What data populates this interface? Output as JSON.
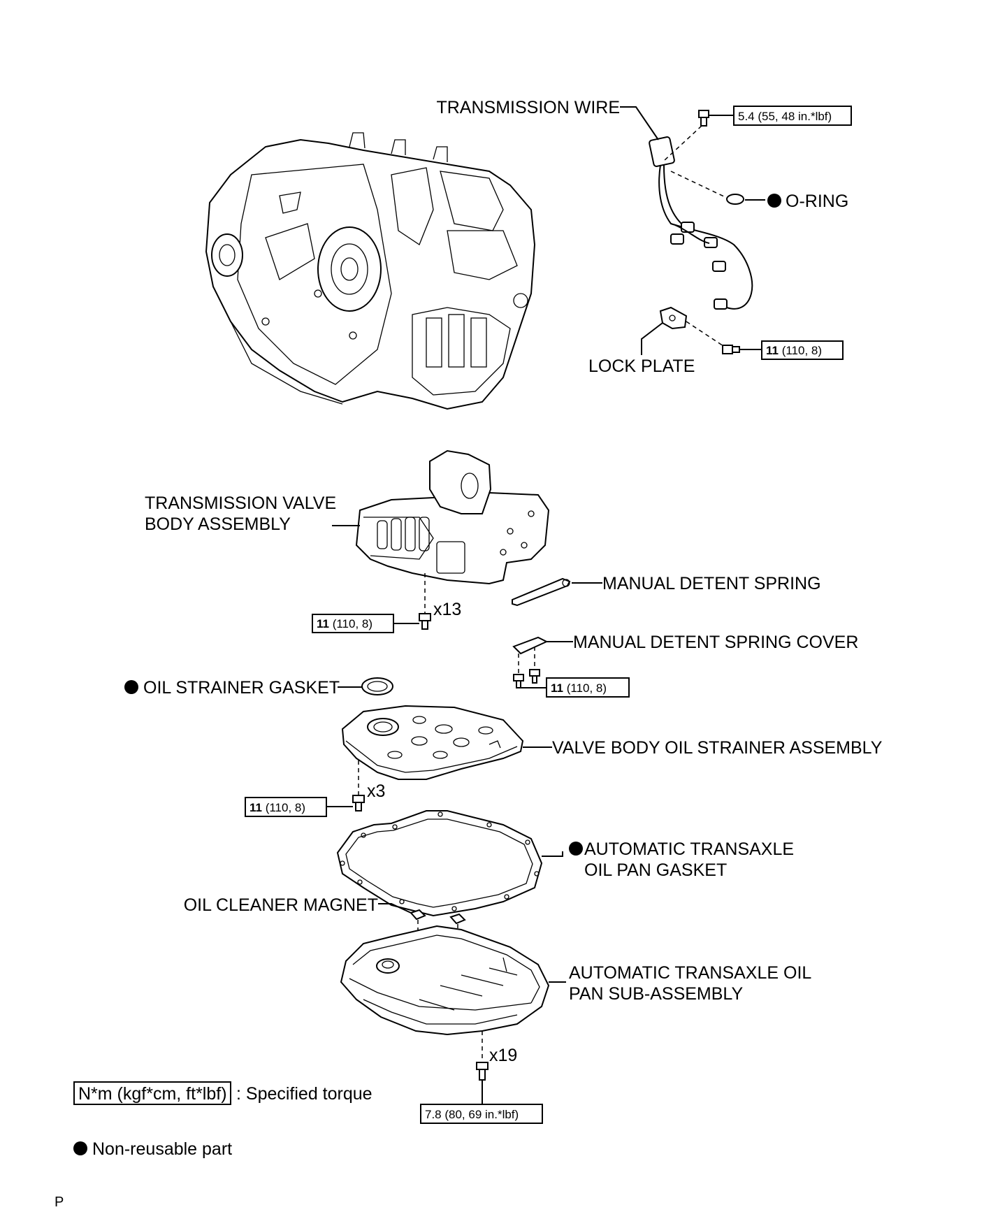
{
  "labels": {
    "transmission_wire": "TRANSMISSION WIRE",
    "o_ring": "O-RING",
    "lock_plate": "LOCK PLATE",
    "valve_body_line1": "TRANSMISSION VALVE",
    "valve_body_line2": "BODY ASSEMBLY",
    "manual_detent_spring": "MANUAL DETENT SPRING",
    "manual_detent_spring_cover": "MANUAL DETENT SPRING COVER",
    "oil_strainer_gasket": "OIL STRAINER GASKET",
    "valve_body_oil_strainer": "VALVE BODY OIL STRAINER ASSEMBLY",
    "oil_pan_gasket_line1": "AUTOMATIC TRANSAXLE",
    "oil_pan_gasket_line2": "OIL PAN GASKET",
    "oil_cleaner_magnet": "OIL CLEANER MAGNET",
    "oil_pan_line1": "AUTOMATIC TRANSAXLE OIL",
    "oil_pan_line2": "PAN SUB-ASSEMBLY"
  },
  "torques": {
    "wire_bolt": "5.4 (55, 48 in.*lbf)",
    "lock_plate_bolt_value": "11",
    "lock_plate_bolt_rest": " (110, 8)",
    "valve_body_bolt_value": "11",
    "valve_body_bolt_rest": " (110, 8)",
    "spring_cover_bolt_value": "11",
    "spring_cover_bolt_rest": " (110, 8)",
    "strainer_bolt_value": "11",
    "strainer_bolt_rest": " (110, 8)",
    "oil_pan_bolt": "7.8 (80, 69 in.*lbf)"
  },
  "quantities": {
    "valve_body_bolts": "x13",
    "strainer_bolts": "x3",
    "oil_pan_bolts": "x19"
  },
  "legend": {
    "torque_unit": "N*m (kgf*cm, ft*lbf)",
    "torque_desc": ": Specified torque",
    "non_reusable": "Non-reusable part"
  },
  "footer": {
    "page_letter": "P"
  }
}
